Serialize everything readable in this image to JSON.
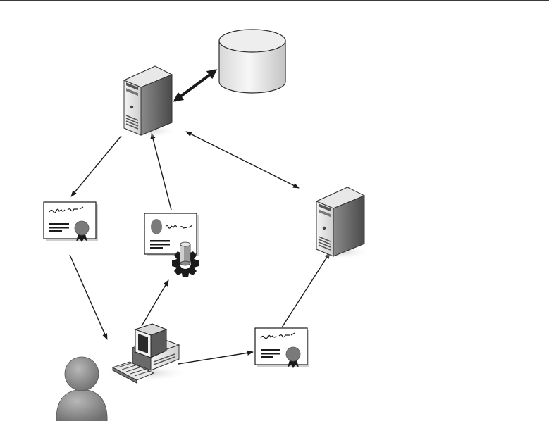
{
  "diagram": {
    "nodes": [
      {
        "id": "database",
        "icon": "database-cylinder-icon"
      },
      {
        "id": "server-main",
        "icon": "server-tower-icon"
      },
      {
        "id": "server-secondary",
        "icon": "server-tower-icon"
      },
      {
        "id": "certificate-issued",
        "icon": "certificate-icon"
      },
      {
        "id": "certificate-request",
        "icon": "certificate-request-gear-icon"
      },
      {
        "id": "certificate-presented",
        "icon": "certificate-icon"
      },
      {
        "id": "user",
        "icon": "user-silhouette-icon"
      },
      {
        "id": "workstation",
        "icon": "desktop-computer-icon"
      }
    ],
    "edges": [
      {
        "from": "server-main",
        "to": "database",
        "style": "bold-bidirectional"
      },
      {
        "from": "server-main",
        "to": "server-secondary",
        "style": "bidirectional"
      },
      {
        "from": "server-main",
        "to": "certificate-issued",
        "style": "arrow"
      },
      {
        "from": "certificate-request",
        "to": "server-main",
        "style": "arrow"
      },
      {
        "from": "certificate-issued",
        "to": "user",
        "style": "arrow"
      },
      {
        "from": "workstation",
        "to": "certificate-request",
        "style": "arrow"
      },
      {
        "from": "workstation",
        "to": "certificate-presented",
        "style": "arrow"
      },
      {
        "from": "certificate-presented",
        "to": "server-secondary",
        "style": "arrow"
      }
    ]
  },
  "colors": {
    "line": "#1a1a1a",
    "server_light": "#e4e4e4",
    "server_dark": "#6e6e6e",
    "seal": "#7a7a7a",
    "person": "#8c8c8c"
  }
}
